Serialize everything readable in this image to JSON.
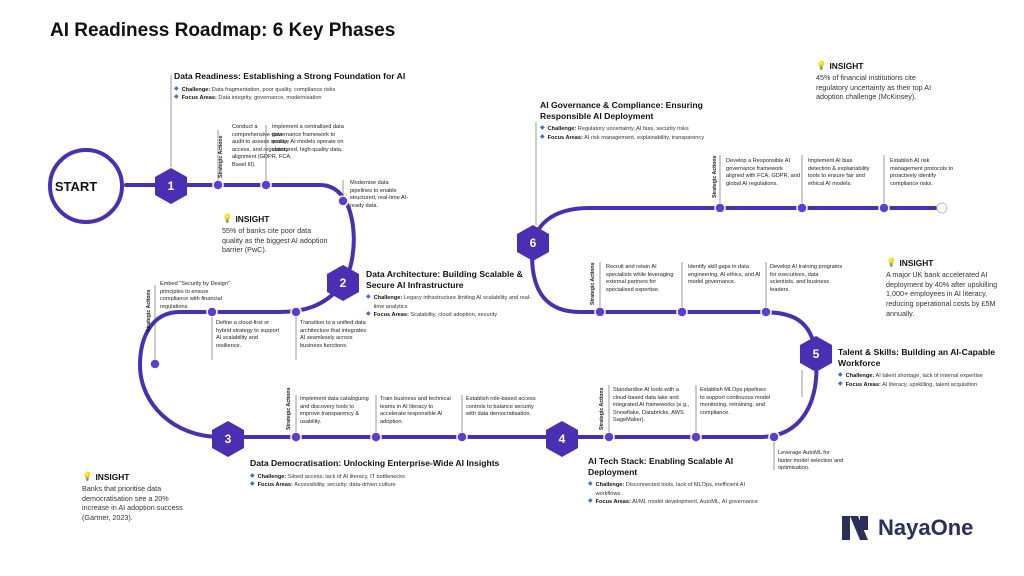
{
  "title": "AI Readiness Roadmap: 6 Key Phases",
  "start_label": "START",
  "strategic_actions_label": "Strategic Actions",
  "challenge_label": "Challenge:",
  "focus_label": "Focus Areas:",
  "insight_label": "INSIGHT",
  "colors": {
    "accent": "#4b2fb3",
    "marker": "#5b3fd0",
    "bullet": "#3b6fd4",
    "logo": "#2a2f5c"
  },
  "phases": [
    {
      "number": "1",
      "title": "Data Readiness: Establishing a Strong Foundation for AI",
      "challenge": "Data fragmentation, poor quality, compliance risks",
      "focus": "Data integrity, governance, modernisation"
    },
    {
      "number": "2",
      "title": "Data Architecture: Building Scalable & Secure AI Infrastructure",
      "challenge": "Legacy infrastructure limiting AI scalability and real-time analytics",
      "focus": "Scalability, cloud adoption, security"
    },
    {
      "number": "3",
      "title": "Data Democratisation: Unlocking Enterprise-Wide AI Insights",
      "challenge": "Siloed access, lack of AI literacy, IT bottlenecks",
      "focus": "Accessibility, security, data-driven culture"
    },
    {
      "number": "4",
      "title": "AI Tech Stack: Enabling Scalable AI Deployment",
      "challenge": "Disconnected tools, lack of MLOps, inefficient AI workflows",
      "focus": "AI/ML model development, AutoML, AI governance"
    },
    {
      "number": "5",
      "title": "Talent & Skills: Building an AI-Capable Workforce",
      "challenge": "AI talent shortage, lack of internal expertise",
      "focus": "AI literacy, upskilling, talent acquisition"
    },
    {
      "number": "6",
      "title": "AI Governance & Compliance: Ensuring Responsible AI Deployment",
      "challenge": "Regulatory uncertainty, AI bias, security risks",
      "focus": "AI risk management, explainability, transparency"
    }
  ],
  "actions": {
    "p1": [
      "Conduct a comprehensive data audit to assess quality, access, and regulatory alignment (GDPR, FCA, Basel III).",
      "Implement a centralised data governance framework to ensure AI models operate on structured, high-quality data.",
      "Modernise data pipelines to enable structured, real-time AI-ready data."
    ],
    "p2": [
      "Embed \"Security by Design\" principles to ensure compliance with financial regulations.",
      "Define a cloud-first or hybrid strategy to support AI scalability and resilience.",
      "Transition to a unified data architecture that integrates AI seamlessly across business functions."
    ],
    "p3": [
      "Implement data cataloguing and discovery tools to improve transparency & usability.",
      "Train business and technical teams in AI literacy to accelerate responsible AI adoption.",
      "Establish role-based access controls to balance security with data democratisation."
    ],
    "p4": [
      "Standardise AI tools with a cloud-based data lake and integrated AI frameworks (e.g., Snowflake, Databricks, AWS SageMaker).",
      "Establish MLOps pipelines to support continuous model monitoring, retraining, and compliance.",
      "Leverage AutoML for faster model selection and optimisation."
    ],
    "p5": [
      "Recruit and retain AI specialists while leveraging external partners for specialised expertise.",
      "Identify skill gaps in data engineering, AI ethics, and AI model governance.",
      "Develop AI training programs for executives, data scientists, and business leaders."
    ],
    "p6": [
      "Develop a Responsible AI governance framework aligned with FCA, GDPR, and global AI regulations.",
      "Implement AI bias detection & explainability tools to ensure fair and ethical AI models.",
      "Establish AI risk management protocols to proactively identify compliance risks."
    ]
  },
  "insights": [
    "55% of banks cite poor data quality as the biggest AI adoption barrier (PwC).",
    "Banks that prioritise data democratisation see a 20% increase in AI adoption success (Gartner, 2023).",
    "45% of financial institutions cite regulatory uncertainty as their top AI adoption challenge (McKinsey).",
    "A major UK bank accelerated AI deployment by 40% after upskilling 1,000+ employees in AI literacy, reducing operational costs by £5M annually."
  ],
  "logo": {
    "text": "NayaOne",
    "mark": "N"
  }
}
